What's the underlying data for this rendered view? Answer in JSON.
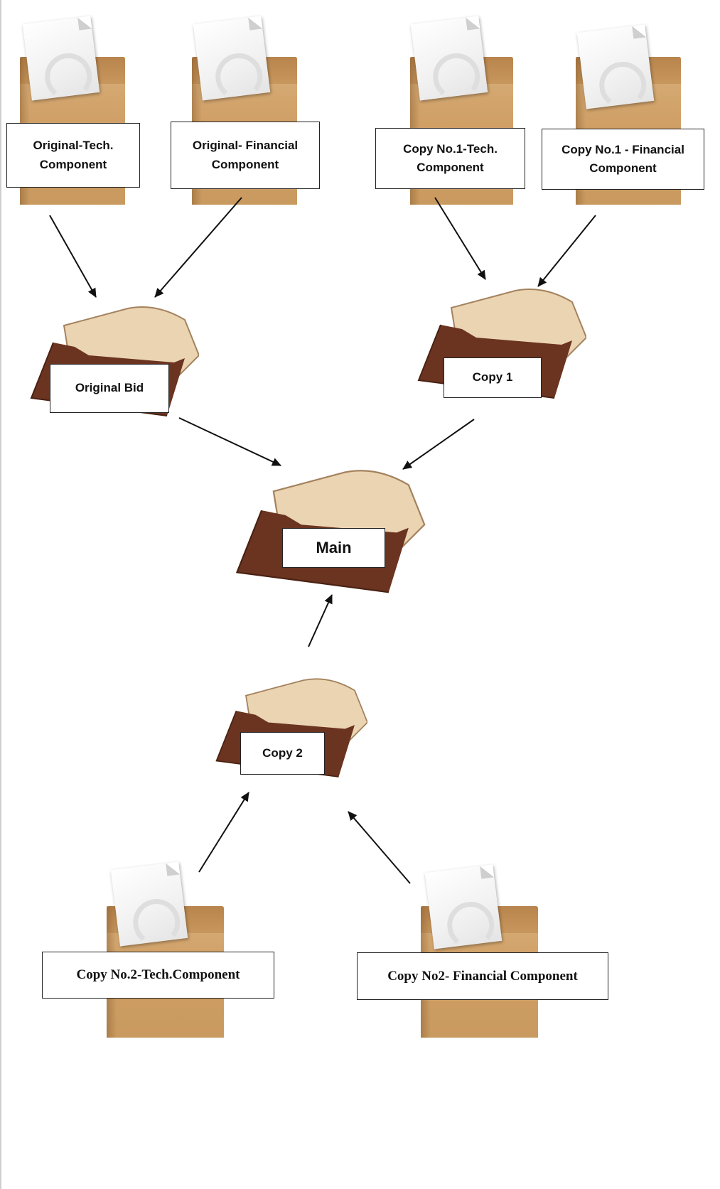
{
  "labels": {
    "original_tech": "Original-Tech. Component",
    "original_financial": "Original- Financial Component",
    "copy1_tech": "Copy No.1-Tech. Component",
    "copy1_financial": "Copy No.1 - Financial Component",
    "original_bid": "Original Bid",
    "copy1": "Copy 1",
    "main": "Main",
    "copy2": "Copy 2",
    "copy2_tech": "Copy No.2-Tech.Component",
    "copy2_financial": "Copy No2- Financial Component"
  },
  "colors": {
    "kraft": "#cf9f66",
    "leather": "#6b3420",
    "leather_lining": "#ead4b2",
    "arrow": "#111111"
  },
  "icons": {
    "document_envelope": "kraft-envelope-with-paper-icon",
    "leather_envelope": "open-leather-envelope-icon"
  }
}
